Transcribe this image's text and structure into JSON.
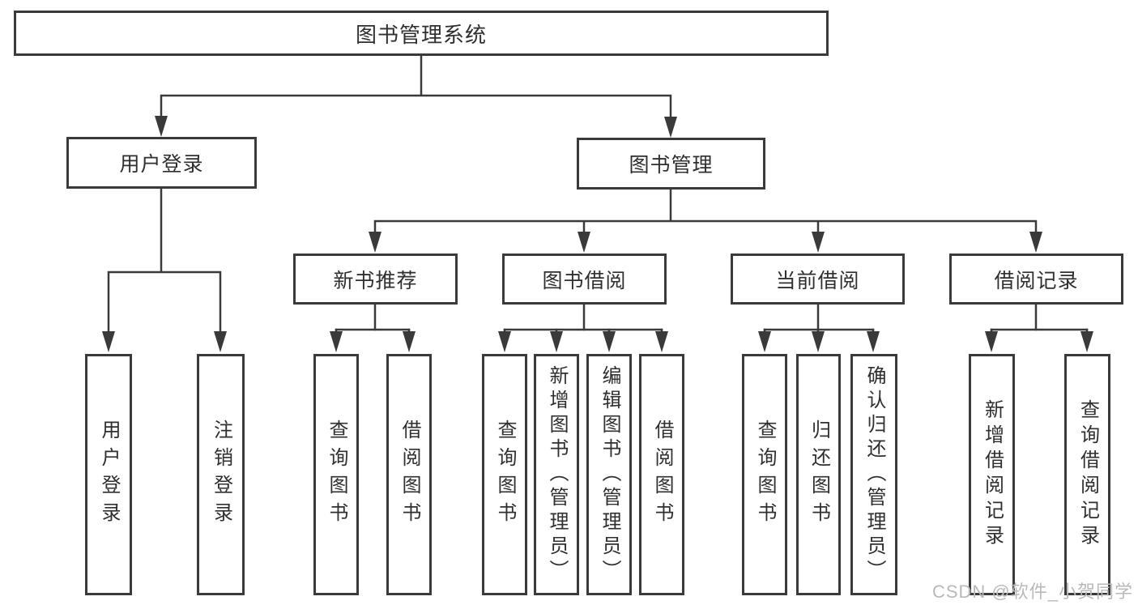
{
  "tree": {
    "root": {
      "label": "图书管理系统"
    },
    "branches": [
      {
        "label": "用户登录",
        "children": [
          {
            "label": "用户登录"
          },
          {
            "label": "注销登录"
          }
        ]
      },
      {
        "label": "图书管理",
        "children": [
          {
            "label": "新书推荐",
            "children": [
              {
                "label": "查询图书"
              },
              {
                "label": "借阅图书"
              }
            ]
          },
          {
            "label": "图书借阅",
            "children": [
              {
                "label": "查询图书"
              },
              {
                "label": "新增图书（管理员）"
              },
              {
                "label": "编辑图书（管理员）"
              },
              {
                "label": "借阅图书"
              }
            ]
          },
          {
            "label": "当前借阅",
            "children": [
              {
                "label": "查询图书"
              },
              {
                "label": "归还图书"
              },
              {
                "label": "确认归还（管理员）"
              }
            ]
          },
          {
            "label": "借阅记录",
            "children": [
              {
                "label": "新增借阅记录"
              },
              {
                "label": "查询借阅记录"
              }
            ]
          }
        ]
      }
    ]
  },
  "watermark": {
    "text": "CSDN @软件_小贺同学"
  },
  "colors": {
    "line": "#3a3a3a",
    "box_border": "#3a3a3a",
    "text": "#2f2f2f",
    "watermark": "#b9b9b9",
    "background": "#ffffff"
  }
}
